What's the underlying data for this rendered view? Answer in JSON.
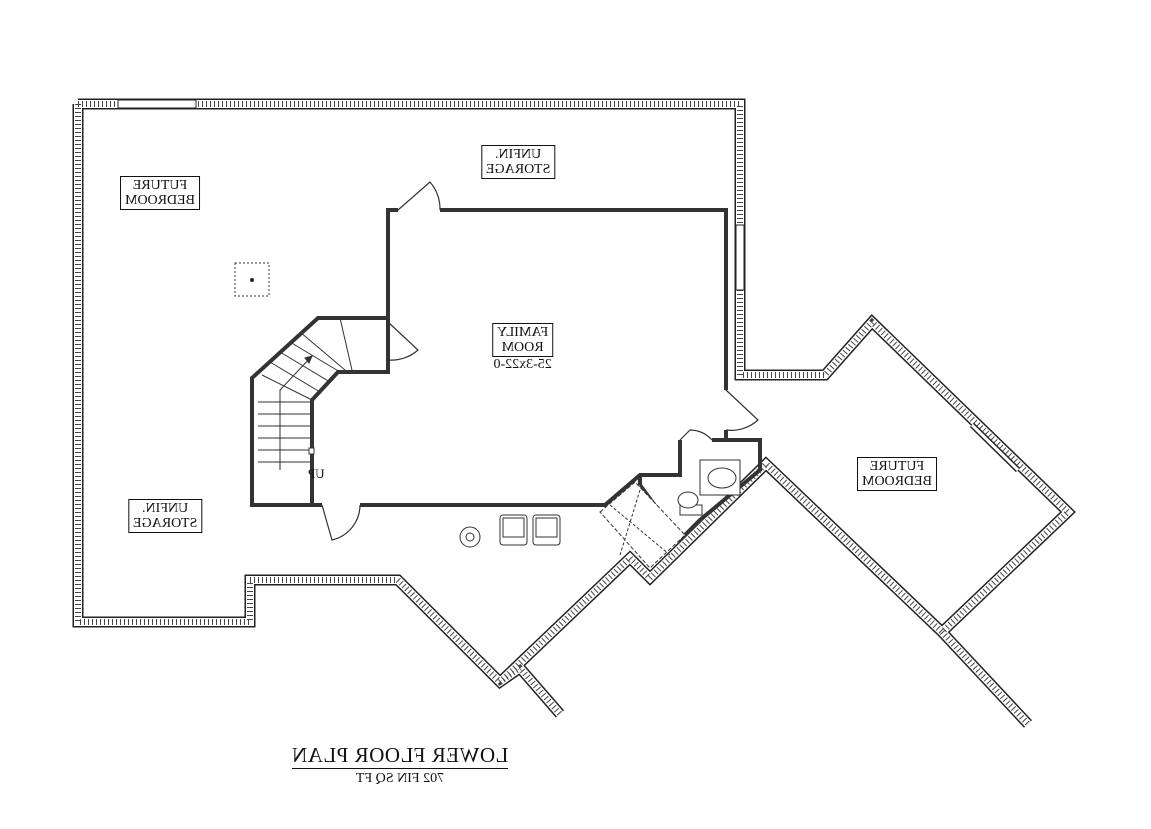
{
  "plan": {
    "title": "LOWER FLOOR PLAN",
    "subtitle": "702 FIN SQ FT",
    "rooms": [
      {
        "line1": "FUTURE",
        "line2": "BEDROOM"
      },
      {
        "line1": "UNFIN.",
        "line2": "STORAGE"
      },
      {
        "line1": "FAMILY",
        "line2": "ROOM",
        "dims": "25-3x22-0"
      },
      {
        "line1": "UNFIN.",
        "line2": "STORAGE"
      },
      {
        "line1": "FUTURE",
        "line2": "BEDROOM"
      }
    ],
    "stair_label": "UP"
  }
}
